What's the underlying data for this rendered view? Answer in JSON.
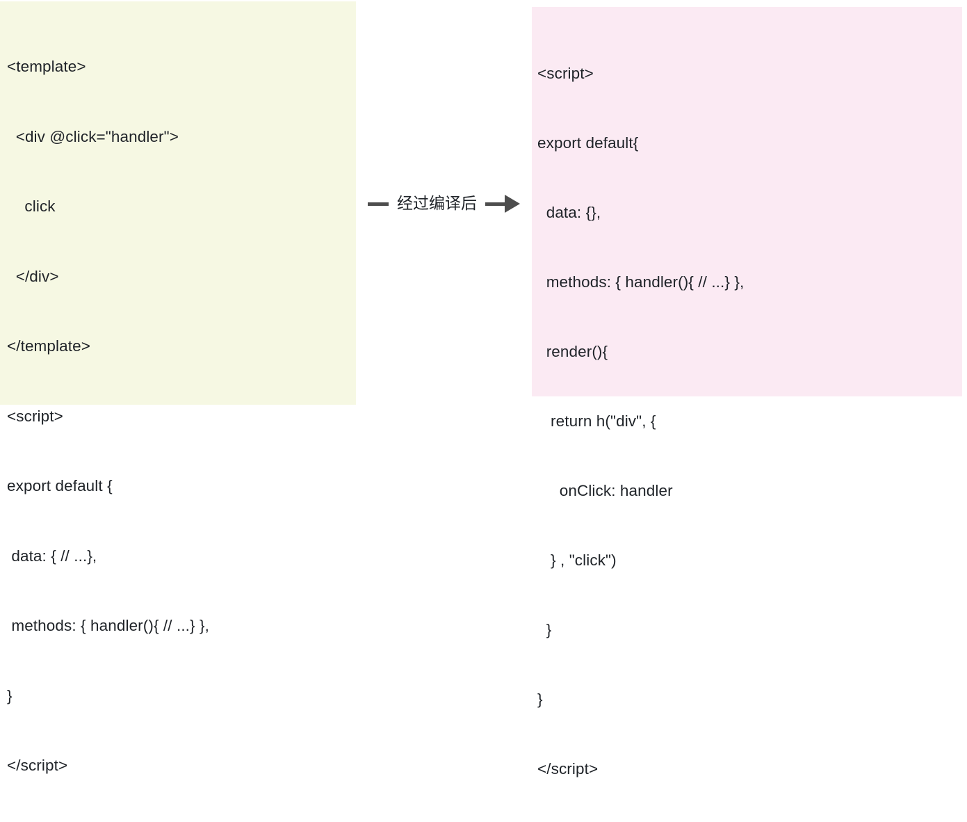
{
  "diagram": {
    "title": "Vue template compilation to render function",
    "colors": {
      "source_panel_bg": "#f6f8e3",
      "compiled_panel_bg": "#fbeaf3",
      "code_text": "#1f2328",
      "arrow": "#4d4d4d",
      "page_bg": "#ffffff"
    },
    "source_panel": {
      "label": "source-code-panel",
      "lines": [
        "<template>",
        "  <div @click=\"handler\">",
        "    click",
        "  </div>",
        "</template>",
        "<script>",
        "export default {",
        " data: { // ...},",
        " methods: { handler(){ // ...} },",
        "}",
        "</script>"
      ]
    },
    "transition": {
      "label_text": "经过编译后",
      "left_dash": "dash",
      "right_arrow": "arrow-right"
    },
    "compiled_panel": {
      "label": "compiled-code-panel",
      "lines": [
        "<script>",
        "export default{",
        "  data: {},",
        "  methods: { handler(){ // ...} },",
        "  render(){",
        "   return h(\"div\", {",
        "     onClick: handler",
        "   } , \"click\")",
        "  }",
        "}",
        "</script>"
      ]
    }
  }
}
